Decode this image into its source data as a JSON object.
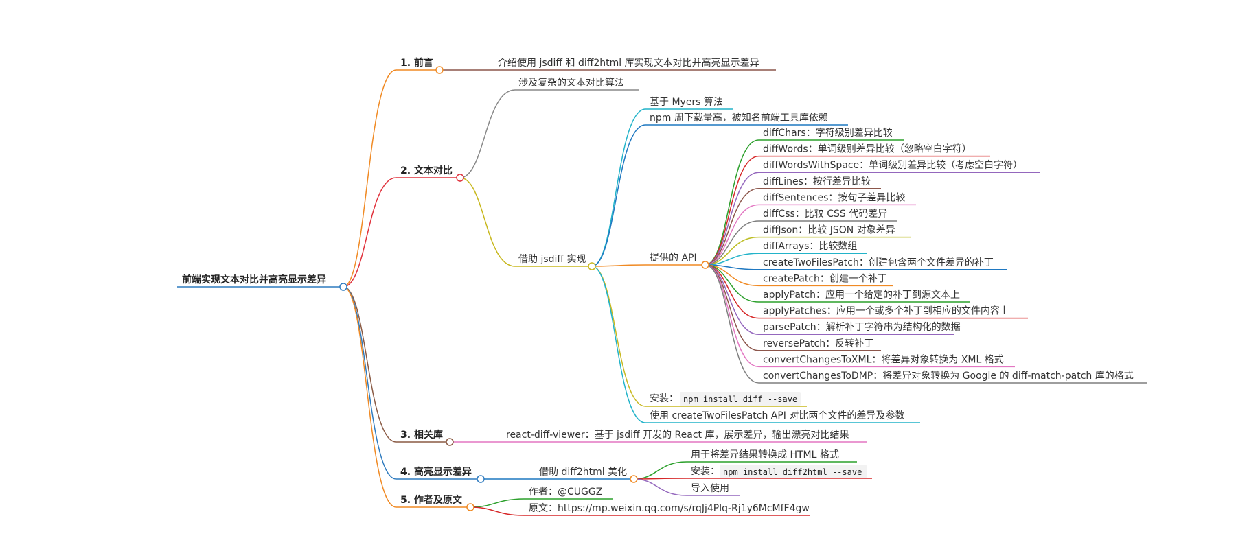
{
  "colors": {
    "root": "#2f7bbf",
    "sec1": "#f08a24",
    "sec2": "#e0313b",
    "sec3": "#8a5a44",
    "sec4": "#2f7bbf",
    "sec5": "#f08a24",
    "gray": "#888888",
    "olive": "#c8b81f",
    "teal": "#22b3c9",
    "blue": "#1f78c1",
    "green": "#2ca02c",
    "red": "#d62728",
    "purple": "#9467bd",
    "brown": "#8c564b",
    "pink": "#e377c2",
    "darkgray": "#7f7f7f",
    "yellow": "#bcbd22"
  },
  "root": {
    "label": "前端实现文本对比并高亮显示差异"
  },
  "s1": {
    "label": "1. 前言",
    "items": [
      "介绍使用 jsdiff 和 diff2html 库实现文本对比并高亮显示差异"
    ]
  },
  "s2": {
    "label": "2. 文本对比",
    "complex": "涉及复杂的文本对比算法",
    "jsdiff": {
      "label": "借助 jsdiff 实现",
      "myers": "基于 Myers 算法",
      "npm": "npm 周下载量高，被知名前端工具库依赖",
      "api": {
        "label": "提供的 API",
        "items": [
          "diffChars：字符级别差异比较",
          "diffWords：单词级别差异比较（忽略空白字符）",
          "diffWordsWithSpace：单词级别差异比较（考虑空白字符）",
          "diffLines：按行差异比较",
          "diffSentences：按句子差异比较",
          "diffCss：比较 CSS 代码差异",
          "diffJson：比较 JSON 对象差异",
          "diffArrays：比较数组",
          "createTwoFilesPatch：创建包含两个文件差异的补丁",
          "createPatch：创建一个补丁",
          "applyPatch：应用一个给定的补丁到源文本上",
          "applyPatches：应用一个或多个补丁到相应的文件内容上",
          "parsePatch：解析补丁字符串为结构化的数据",
          "reversePatch：反转补丁",
          "convertChangesToXML：将差异对象转换为 XML 格式",
          "convertChangesToDMP：将差异对象转换为 Google 的 diff-match-patch 库的格式"
        ]
      },
      "install": {
        "prefix": "安装：",
        "code": "npm install diff --save"
      },
      "usage": "使用 createTwoFilesPatch API 对比两个文件的差异及参数"
    }
  },
  "s3": {
    "label": "3. 相关库",
    "items": [
      "react-diff-viewer：基于 jsdiff 开发的 React 库，展示差异，输出漂亮对比结果"
    ]
  },
  "s4": {
    "label": "4. 高亮显示差异",
    "d2h": {
      "label": "借助 diff2html 美化",
      "convert": "用于将差异结果转换成 HTML 格式",
      "install": {
        "prefix": "安装：",
        "code": "npm install diff2html --save"
      },
      "import": "导入使用"
    }
  },
  "s5": {
    "label": "5. 作者及原文",
    "author": "作者：@CUGGZ",
    "source": "原文：https://mp.weixin.qq.com/s/rqJj4Plq-Rj1y6McMfF4gw"
  }
}
